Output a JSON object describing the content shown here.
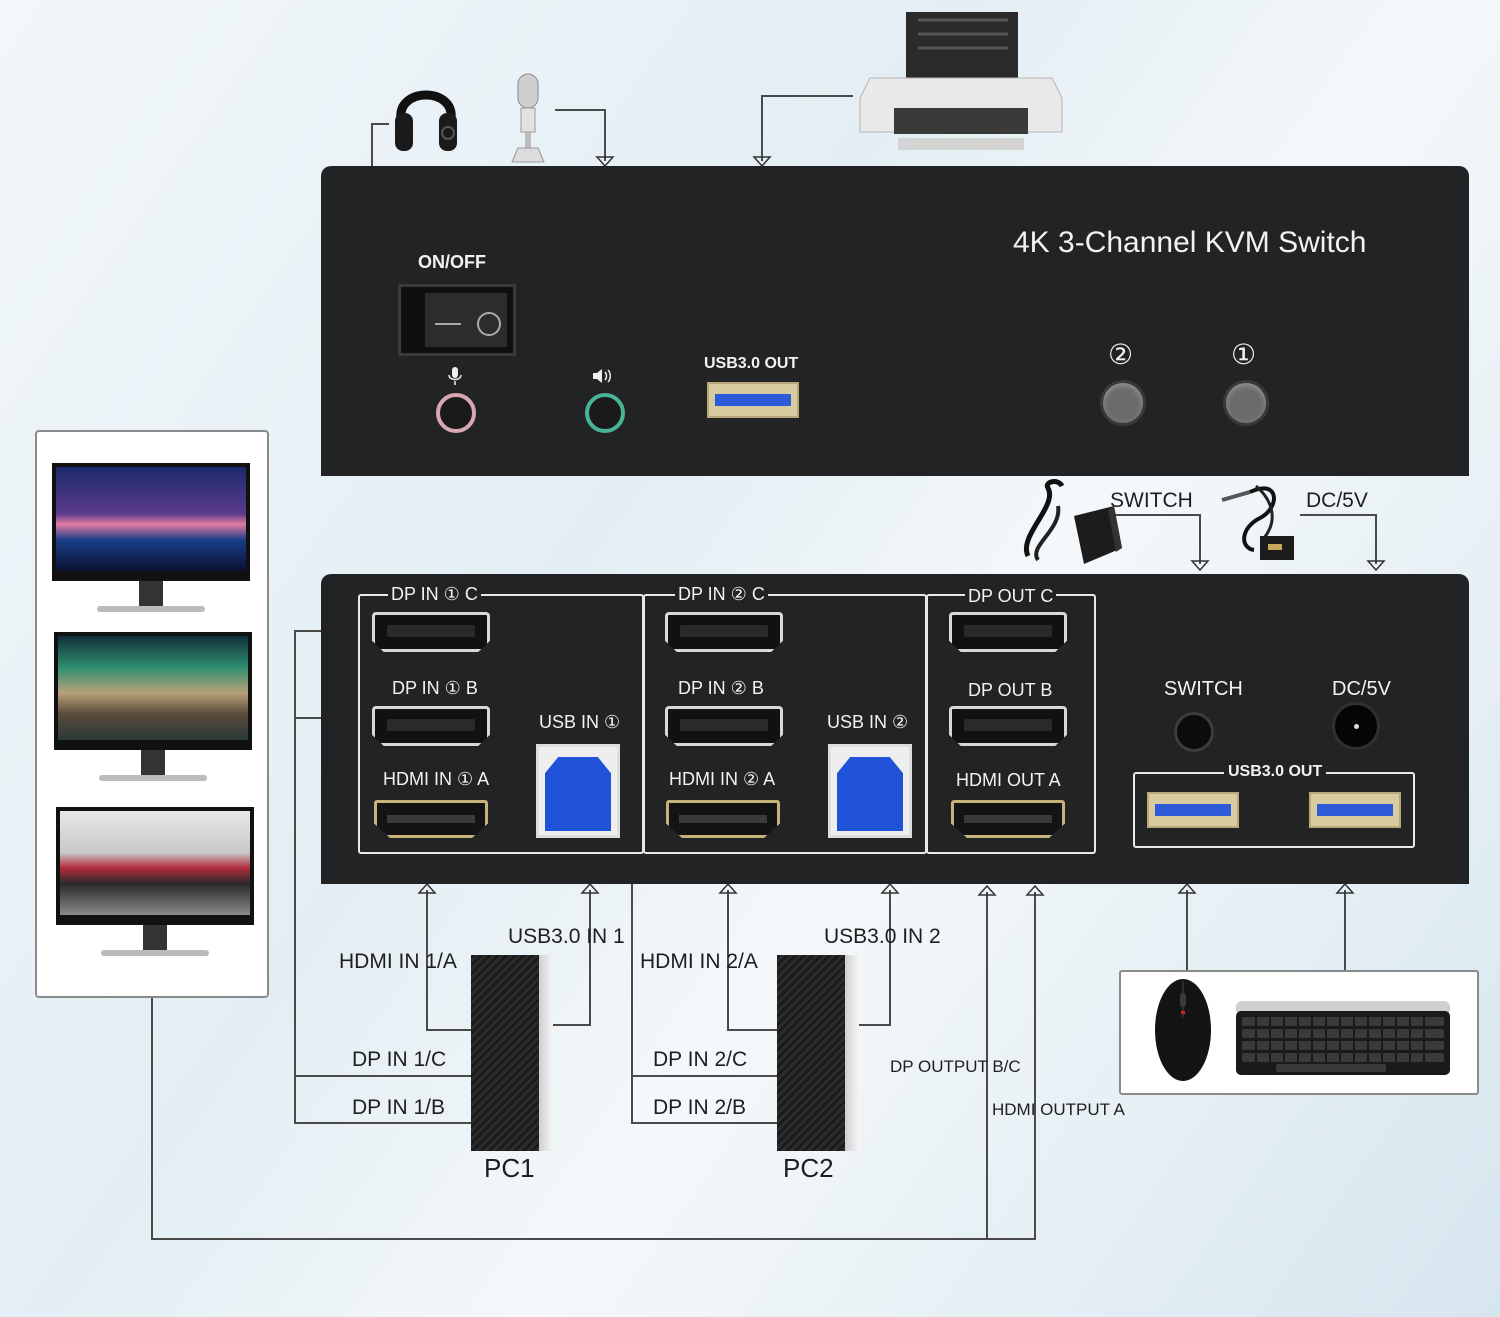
{
  "top_panel": {
    "title": "4K 3-Channel KVM Switch",
    "on_off_label": "ON/OFF",
    "usb_out_label": "USB3.0 OUT",
    "button_2_label": "②",
    "button_1_label": "①"
  },
  "adapter_labels": {
    "switch": "SWITCH",
    "dc": "DC/5V"
  },
  "bottom_panel": {
    "dp_in_1_c": "DP IN ① C",
    "dp_in_1_b": "DP IN ① B",
    "hdmi_in_1_a": "HDMI IN ① A",
    "usb_in_1": "USB IN ①",
    "dp_in_2_c": "DP IN ② C",
    "dp_in_2_b": "DP IN ② B",
    "hdmi_in_2_a": "HDMI IN ② A",
    "usb_in_2": "USB IN ②",
    "dp_out_c": "DP OUT C",
    "dp_out_b": "DP OUT B",
    "hdmi_out_a": "HDMI OUT A",
    "switch": "SWITCH",
    "dc": "DC/5V",
    "usb_out": "USB3.0 OUT"
  },
  "connections": {
    "hdmi_in_1": "HDMI IN 1/A",
    "usb_in_1": "USB3.0 IN 1",
    "dp_in_1c": "DP IN 1/C",
    "dp_in_1b": "DP IN 1/B",
    "hdmi_in_2": "HDMI IN 2/A",
    "usb_in_2": "USB3.0 IN 2",
    "dp_in_2c": "DP IN 2/C",
    "dp_in_2b": "DP IN 2/B",
    "dp_output": "DP OUTPUT B/C",
    "hdmi_output": "HDMI OUTPUT A"
  },
  "pcs": {
    "pc1": "PC1",
    "pc2": "PC2"
  },
  "icons": [
    "headphones-icon",
    "microphone-icon",
    "printer-icon",
    "speaker-icon",
    "mouse-icon",
    "keyboard-icon",
    "power-adapter-icon",
    "switch-cable-icon",
    "monitor-icon"
  ]
}
